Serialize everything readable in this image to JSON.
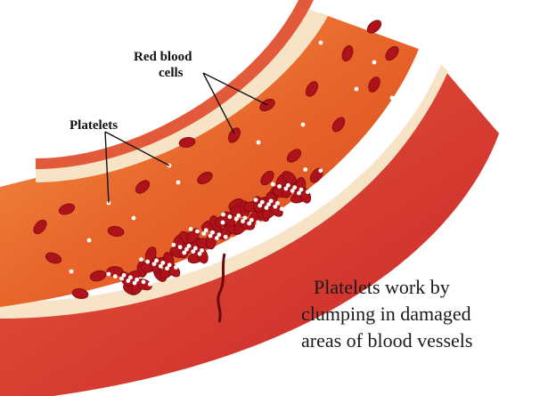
{
  "labels": {
    "rbc_line1": "Red blood",
    "rbc_line2": "cells",
    "platelets": "Platelets"
  },
  "caption": {
    "line1": "Platelets work by",
    "line2": "clumping in damaged",
    "line3": "areas of blood vessels"
  },
  "colors": {
    "vessel_outer": "#c8262a",
    "vessel_wall": "#e04a2e",
    "lumen": "#e8652a",
    "lumen_light": "#f08a3a",
    "rbc": "#b0121a",
    "platelet": "#ffffff"
  }
}
